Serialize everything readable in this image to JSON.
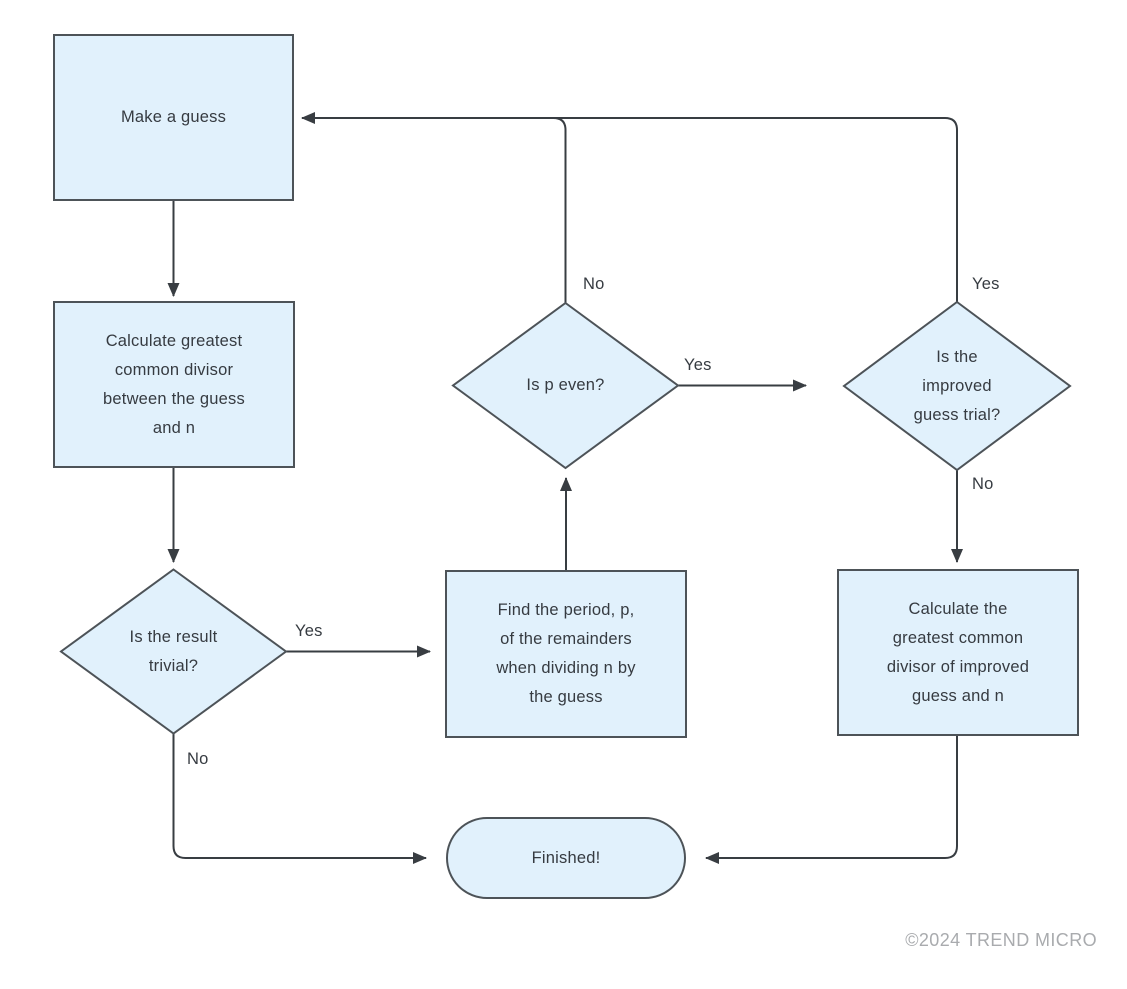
{
  "diagram": {
    "description": "Flowchart of a guess-and-refine factoring procedure",
    "nodes": [
      {
        "id": "make-guess",
        "shape": "rectangle",
        "label": "Make a guess"
      },
      {
        "id": "calc-gcd",
        "shape": "rectangle",
        "label": "Calculate greatest\ncommon divisor\nbetween the guess\nand n"
      },
      {
        "id": "is-result-trivial",
        "shape": "diamond",
        "label": "Is the result\ntrivial?"
      },
      {
        "id": "find-period",
        "shape": "rectangle",
        "label": "Find the period, p,\nof the remainders\nwhen dividing n by\nthe guess"
      },
      {
        "id": "is-p-even",
        "shape": "diamond",
        "label": "Is p even?"
      },
      {
        "id": "is-improved-guess-trial",
        "shape": "diamond",
        "label": "Is the\nimproved\nguess trial?"
      },
      {
        "id": "calc-gcd-improved",
        "shape": "rectangle",
        "label": "Calculate the\ngreatest common\ndivisor of improved\nguess and n"
      },
      {
        "id": "finished",
        "shape": "terminator",
        "label": "Finished!"
      }
    ],
    "edge_labels": [
      {
        "id": "is-result-trivial-yes",
        "label": "Yes"
      },
      {
        "id": "is-result-trivial-no",
        "label": "No"
      },
      {
        "id": "is-p-even-yes",
        "label": "Yes"
      },
      {
        "id": "is-p-even-no",
        "label": "No"
      },
      {
        "id": "is-improved-guess-trial-yes",
        "label": "Yes"
      },
      {
        "id": "is-improved-guess-trial-no",
        "label": "No"
      }
    ]
  },
  "footer": {
    "copyright": "©2024 TREND MICRO"
  },
  "colors": {
    "background": "#ffffff",
    "node_fill": "#e1f1fc",
    "node_stroke": "#4d5358",
    "connector": "#383d42",
    "text": "#363b41",
    "footer_text": "#a9abae"
  }
}
